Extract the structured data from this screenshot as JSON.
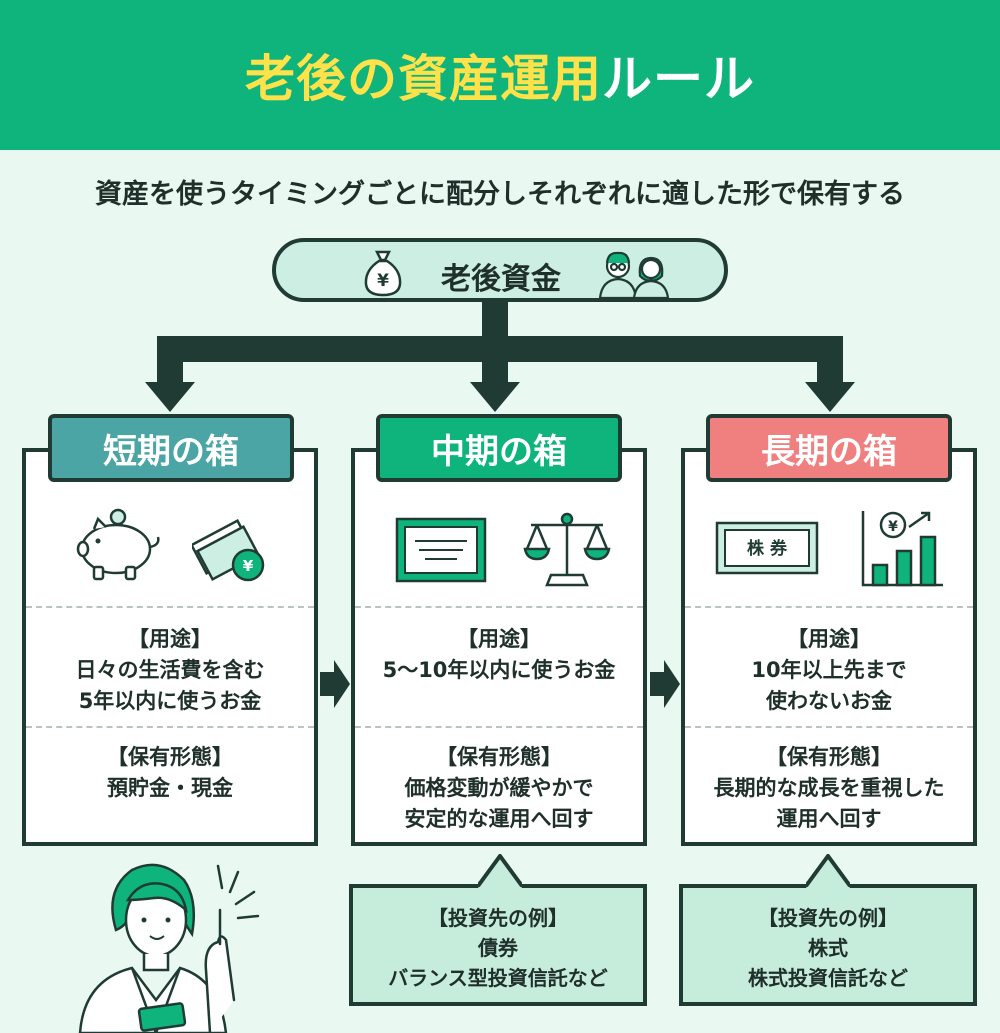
{
  "header": {
    "title_highlight": "老後の資産運用",
    "title_rest": "ルール"
  },
  "subtitle": "資産を使うタイミングごとに配分しそれぞれに適した形で保有する",
  "root": {
    "label": "老後資金",
    "bag_symbol": "¥"
  },
  "boxes": [
    {
      "title": "短期の箱",
      "color": "#4aa5a4",
      "purpose_heading": "【用途】",
      "purpose_lines": [
        "日々の生活費を含む",
        "5年以内に使うお金"
      ],
      "form_heading": "【保有形態】",
      "form_lines": [
        "預貯金・現金"
      ],
      "icons": [
        "piggy-bank-icon",
        "banknotes-icon"
      ],
      "coin_symbol": "¥"
    },
    {
      "title": "中期の箱",
      "color": "#0fb47d",
      "purpose_heading": "【用途】",
      "purpose_lines": [
        "5〜10年以内に使うお金"
      ],
      "form_heading": "【保有形態】",
      "form_lines": [
        "価格変動が緩やかで",
        "安定的な運用へ回す"
      ],
      "icons": [
        "bond-certificate-icon",
        "balance-scale-icon"
      ],
      "example_heading": "【投資先の例】",
      "example_lines": [
        "債券",
        "バランス型投資信託など"
      ]
    },
    {
      "title": "長期の箱",
      "color": "#f07f7f",
      "purpose_heading": "【用途】",
      "purpose_lines": [
        "10年以上先まで",
        "使わないお金"
      ],
      "form_heading": "【保有形態】",
      "form_lines": [
        "長期的な成長を重視した",
        "運用へ回す"
      ],
      "icons": [
        "stock-certificate-icon",
        "growth-chart-icon"
      ],
      "stock_label": "株 券",
      "coin_symbol": "¥",
      "example_heading": "【投資先の例】",
      "example_lines": [
        "株式",
        "株式投資信託など"
      ]
    }
  ],
  "colors": {
    "dark": "#1f3b34",
    "accent_green": "#0fb47d",
    "header_yellow": "#ffe14a",
    "background": "#eaf8f2"
  }
}
